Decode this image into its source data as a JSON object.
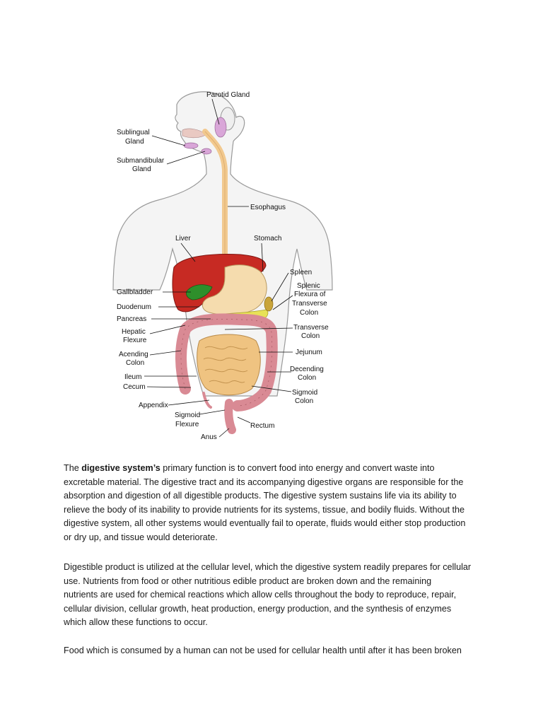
{
  "figure": {
    "labels": {
      "parotid": "Parotid Gland",
      "sublingual": [
        "Sublingual",
        "Gland"
      ],
      "submandibular": [
        "Submandibular",
        "Gland"
      ],
      "esophagus": "Esophagus",
      "liver": "Liver",
      "stomach": "Stomach",
      "spleen": "Spleen",
      "splenic": [
        "Splenic",
        "Flexura of",
        "Transverse",
        "Colon"
      ],
      "gallbladder": "Gallbladder",
      "duodenum": "Duodenum",
      "pancreas": "Pancreas",
      "hepatic": [
        "Hepatic",
        "Flexure"
      ],
      "transverse": [
        "Transverse",
        "Colon"
      ],
      "acending": [
        "Acending",
        "Colon"
      ],
      "jejunum": "Jejunum",
      "ileum": "Ileum",
      "cecum": "Cecum",
      "decending": [
        "Decending",
        "Colon"
      ],
      "sigmoid_colon": [
        "Sigmoid",
        "Colon"
      ],
      "appendix": "Appendix",
      "sigmoid_flexure": [
        "Sigmoid",
        "Flexure"
      ],
      "rectum": "Rectum",
      "anus": "Anus"
    }
  },
  "paragraphs": {
    "p1": {
      "first_line": {
        "prefix": "The ",
        "bold": "digestive system’s",
        "suffix": " primary function is to convert food into energy and convert waste into"
      },
      "lines": [
        "excretable material. The digestive tract and its accompanying digestive organs are responsible for the",
        "absorption and digestion of all digestible products. The digestive system sustains life via its ability to",
        "relieve the body of its inability to provide nutrients for its systems, tissue, and bodily fluids. Without the",
        "digestive system, all other systems would eventually fail to operate, fluids would either stop production",
        "or dry up, and tissue would deteriorate."
      ]
    },
    "p2": {
      "lines": [
        "Digestible product is utilized at the cellular level, which the digestive system readily prepares for cellular",
        "use. Nutrients from food or other nutritious edible product are broken down and the remaining",
        "nutrients are used for chemical reactions which allow cells throughout the body to reproduce, repair,",
        "cellular division, cellular growth, heat production, energy production, and the synthesis of enzymes",
        "which allow these functions to occur."
      ]
    },
    "p3": {
      "lines": [
        "Food which is consumed by a human can not be used for cellular health until after it has been broken"
      ]
    }
  }
}
